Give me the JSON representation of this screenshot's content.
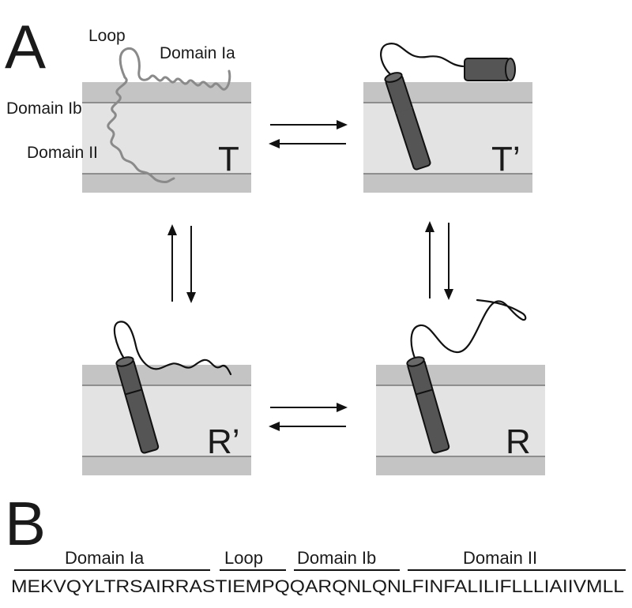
{
  "panel_a": {
    "letter": "A",
    "labels": {
      "loop": "Loop",
      "domain_ia": "Domain Ia",
      "domain_ib": "Domain Ib",
      "domain_ii": "Domain II"
    },
    "states": {
      "t": "T",
      "t_prime": "T’",
      "r_prime": "R’",
      "r": "R"
    }
  },
  "panel_b": {
    "letter": "B",
    "segments": [
      {
        "name": "domain-ia",
        "label": "Domain Ia"
      },
      {
        "name": "loop",
        "label": "Loop"
      },
      {
        "name": "domain-ib",
        "label": "Domain Ib"
      },
      {
        "name": "domain-ii",
        "label": "Domain II"
      }
    ],
    "sequence": "MEKVQYLTRSAIRRASTIEMPQQARQNLQNLFINFALILIFLLLIAIIVMLL"
  },
  "colors": {
    "membrane_outer": "#c4c4c4",
    "membrane_inner": "#e3e3e3",
    "helix_cylinder": "#555555",
    "unfolded_helix": "#8a8a8a"
  }
}
